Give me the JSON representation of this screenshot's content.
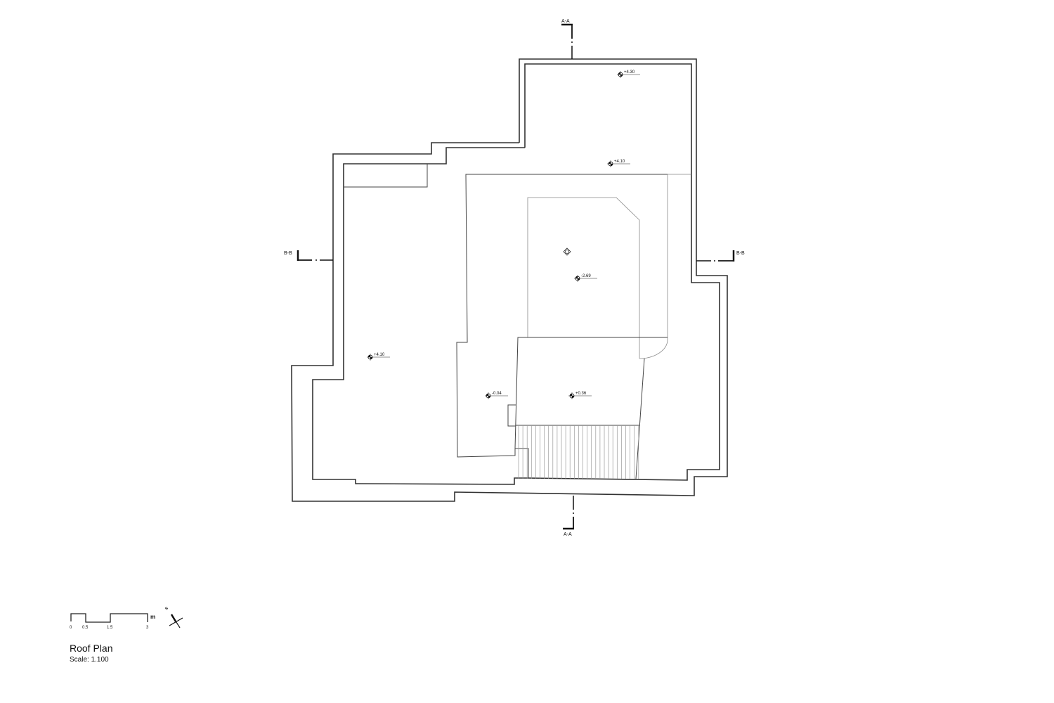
{
  "drawing": {
    "title": "Roof Plan",
    "scale_text": "Scale: 1.100"
  },
  "sections": {
    "a_top": "A-A",
    "a_bottom": "A-A",
    "b_left": "B-B",
    "b_right": "B-B"
  },
  "spot_levels": [
    "+4.30",
    "+4.10",
    "-2.69",
    "+4.10",
    "-0.04",
    "+0.36"
  ],
  "scale_bar": {
    "ticks": [
      "0",
      "0.5",
      "1.5",
      "3"
    ],
    "unit": "m"
  },
  "north_arrow": {
    "label": "N"
  }
}
